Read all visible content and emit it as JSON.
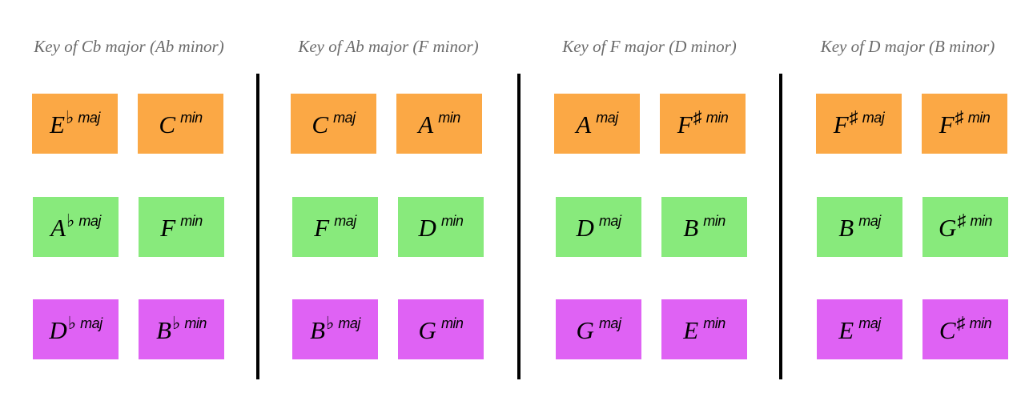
{
  "colors": {
    "orange": "#fba845",
    "green": "#88ea7c",
    "purple": "#df62f4",
    "divider": "#000000",
    "title": "#6b6b6b"
  },
  "panels": [
    {
      "title": "Key of Cb major (Ab minor)",
      "rows": [
        [
          {
            "root": "E",
            "accidental": "♭",
            "quality": "maj"
          },
          {
            "root": "C",
            "accidental": "",
            "quality": "min"
          }
        ],
        [
          {
            "root": "A",
            "accidental": "♭",
            "quality": "maj"
          },
          {
            "root": "F",
            "accidental": "",
            "quality": "min"
          }
        ],
        [
          {
            "root": "D",
            "accidental": "♭",
            "quality": "maj"
          },
          {
            "root": "B",
            "accidental": "♭",
            "quality": "min"
          }
        ]
      ]
    },
    {
      "title": "Key of Ab major (F minor)",
      "rows": [
        [
          {
            "root": "C",
            "accidental": "",
            "quality": "maj"
          },
          {
            "root": "A",
            "accidental": "",
            "quality": "min"
          }
        ],
        [
          {
            "root": "F",
            "accidental": "",
            "quality": "maj"
          },
          {
            "root": "D",
            "accidental": "",
            "quality": "min"
          }
        ],
        [
          {
            "root": "B",
            "accidental": "♭",
            "quality": "maj"
          },
          {
            "root": "G",
            "accidental": "",
            "quality": "min"
          }
        ]
      ]
    },
    {
      "title": "Key of F major (D minor)",
      "rows": [
        [
          {
            "root": "A",
            "accidental": "",
            "quality": "maj"
          },
          {
            "root": "F",
            "accidental": "♯",
            "quality": "min"
          }
        ],
        [
          {
            "root": "D",
            "accidental": "",
            "quality": "maj"
          },
          {
            "root": "B",
            "accidental": "",
            "quality": "min"
          }
        ],
        [
          {
            "root": "G",
            "accidental": "",
            "quality": "maj"
          },
          {
            "root": "E",
            "accidental": "",
            "quality": "min"
          }
        ]
      ]
    },
    {
      "title": "Key of D major (B minor)",
      "rows": [
        [
          {
            "root": "F",
            "accidental": "♯",
            "quality": "maj"
          },
          {
            "root": "F",
            "accidental": "♯",
            "quality": "min"
          }
        ],
        [
          {
            "root": "B",
            "accidental": "",
            "quality": "maj"
          },
          {
            "root": "G",
            "accidental": "♯",
            "quality": "min"
          }
        ],
        [
          {
            "root": "E",
            "accidental": "",
            "quality": "maj"
          },
          {
            "root": "C",
            "accidental": "♯",
            "quality": "min"
          }
        ]
      ]
    }
  ]
}
